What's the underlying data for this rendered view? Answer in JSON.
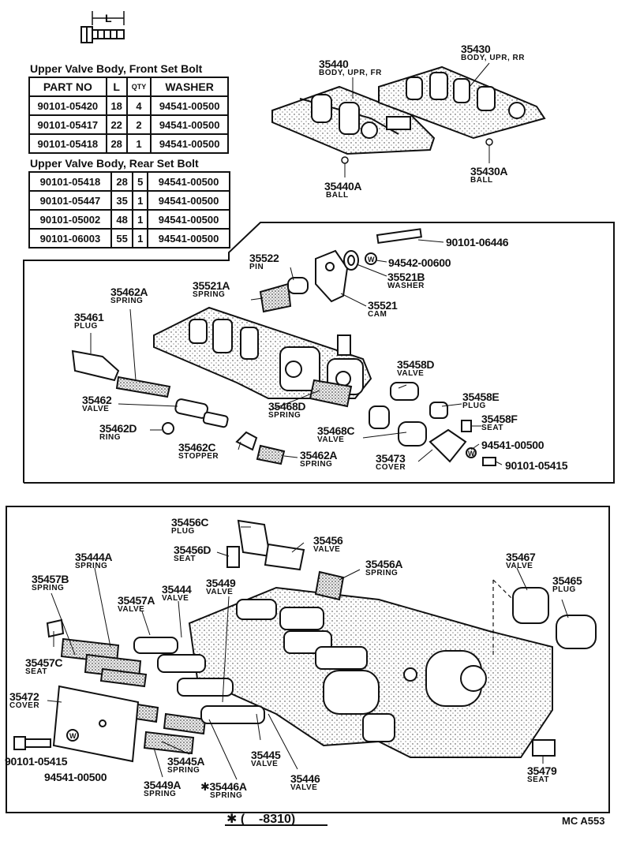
{
  "bolt_dim_label": "L",
  "tables": {
    "front": {
      "caption": "Upper Valve Body, Front Set Bolt",
      "headers": [
        "PART NO",
        "L",
        "QTY",
        "WASHER"
      ],
      "rows": [
        [
          "90101-05420",
          "18",
          "4",
          "94541-00500"
        ],
        [
          "90101-05417",
          "22",
          "2",
          "94541-00500"
        ],
        [
          "90101-05418",
          "28",
          "1",
          "94541-00500"
        ]
      ]
    },
    "rear": {
      "caption": "Upper Valve Body, Rear Set Bolt",
      "rows": [
        [
          "90101-05418",
          "28",
          "5",
          "94541-00500"
        ],
        [
          "90101-05447",
          "35",
          "1",
          "94541-00500"
        ],
        [
          "90101-05002",
          "48",
          "1",
          "94541-00500"
        ],
        [
          "90101-06003",
          "55",
          "1",
          "94541-00500"
        ]
      ]
    }
  },
  "labels": {
    "p35440": {
      "num": "35440",
      "desc": "BODY, UPR, FR"
    },
    "p35430": {
      "num": "35430",
      "desc": "BODY, UPR, RR"
    },
    "p35440A": {
      "num": "35440A",
      "desc": "BALL"
    },
    "p35430A": {
      "num": "35430A",
      "desc": "BALL"
    },
    "p06446": {
      "num": "90101-06446"
    },
    "p00600": {
      "num": "94542-00600"
    },
    "p35522": {
      "num": "35522",
      "desc": "PIN"
    },
    "p35521A": {
      "num": "35521A",
      "desc": "SPRING"
    },
    "p35521B": {
      "num": "35521B",
      "desc": "WASHER"
    },
    "p35521": {
      "num": "35521",
      "desc": "CAM"
    },
    "p35462A1": {
      "num": "35462A",
      "desc": "SPRING"
    },
    "p35461": {
      "num": "35461",
      "desc": "PLUG"
    },
    "p35458D": {
      "num": "35458D",
      "desc": "VALVE"
    },
    "p35462": {
      "num": "35462",
      "desc": "VALVE"
    },
    "p35468D": {
      "num": "35468D",
      "desc": "SPRING"
    },
    "p35458E": {
      "num": "35458E",
      "desc": "PLUG"
    },
    "p35458F": {
      "num": "35458F",
      "desc": "SEAT"
    },
    "p35462D": {
      "num": "35462D",
      "desc": "RING"
    },
    "p35468C": {
      "num": "35468C",
      "desc": "VALVE"
    },
    "p35462C": {
      "num": "35462C",
      "desc": "STOPPER"
    },
    "p35462A2": {
      "num": "35462A",
      "desc": "SPRING"
    },
    "p00500a": {
      "num": "94541-00500"
    },
    "p35473": {
      "num": "35473",
      "desc": "COVER"
    },
    "p05415a": {
      "num": "90101-05415"
    },
    "p35456C": {
      "num": "35456C",
      "desc": "PLUG"
    },
    "p35456": {
      "num": "35456",
      "desc": "VALVE"
    },
    "p35456D": {
      "num": "35456D",
      "desc": "SEAT"
    },
    "p35456A": {
      "num": "35456A",
      "desc": "SPRING"
    },
    "p35444A": {
      "num": "35444A",
      "desc": "SPRING"
    },
    "p35467": {
      "num": "35467",
      "desc": "VALVE"
    },
    "p35457B": {
      "num": "35457B",
      "desc": "SPRING"
    },
    "p35465": {
      "num": "35465",
      "desc": "PLUG"
    },
    "p35449": {
      "num": "35449",
      "desc": "VALVE"
    },
    "p35457A": {
      "num": "35457A",
      "desc": "VALVE"
    },
    "p35444": {
      "num": "35444",
      "desc": "VALVE"
    },
    "p35457C": {
      "num": "35457C",
      "desc": "SEAT"
    },
    "p35472": {
      "num": "35472",
      "desc": "COVER"
    },
    "p35445": {
      "num": "35445",
      "desc": "VALVE"
    },
    "p35446": {
      "num": "35446",
      "desc": "VALVE"
    },
    "p35445A": {
      "num": "35445A",
      "desc": "SPRING"
    },
    "p05415b": {
      "num": "90101-05415"
    },
    "p00500b": {
      "num": "94541-00500"
    },
    "p35449A": {
      "num": "35449A",
      "desc": "SPRING"
    },
    "p35446A": {
      "num": "35446A",
      "desc": "SPRING"
    },
    "p35479": {
      "num": "35479",
      "desc": "SEAT"
    }
  },
  "washer_symbol": "W",
  "footer": {
    "note_mark": "✱",
    "note_range": "(    -8310)",
    "code": "MC A553",
    "asterisk": "✱"
  }
}
